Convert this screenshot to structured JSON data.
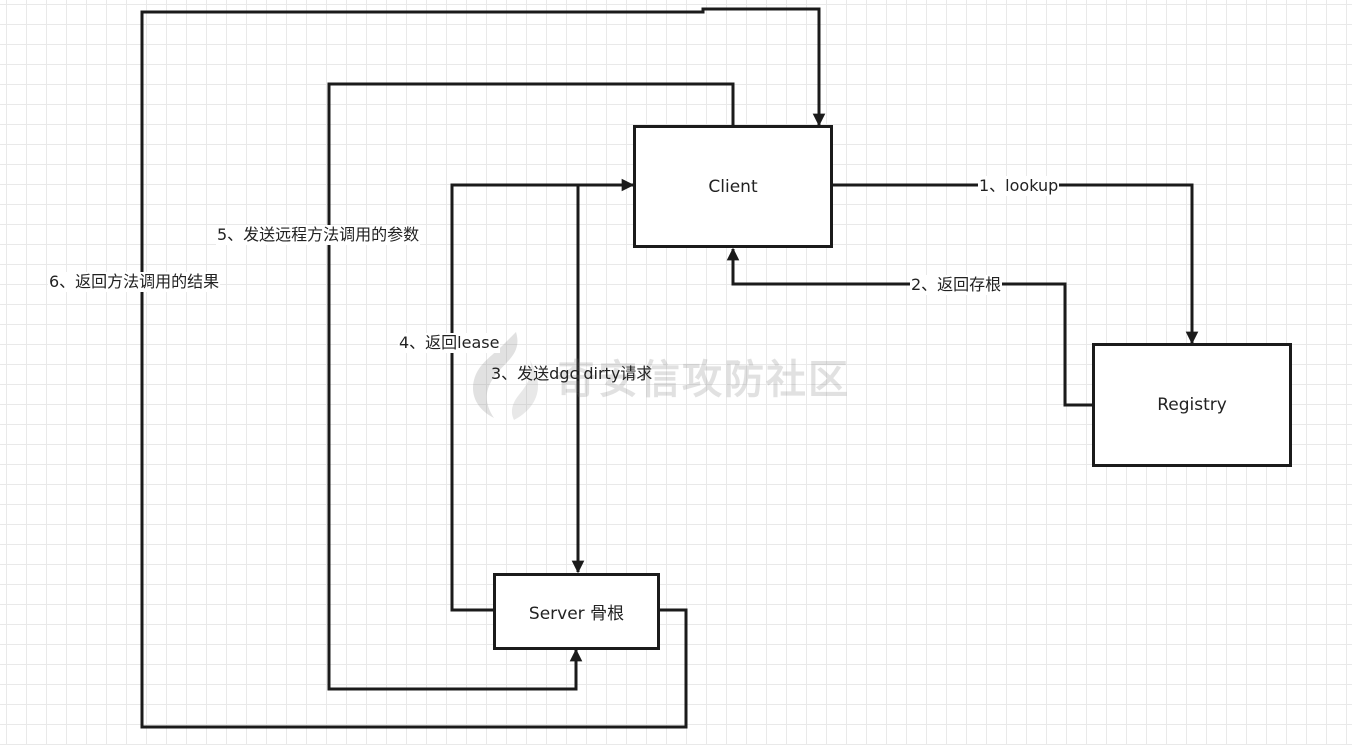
{
  "nodes": {
    "client": "Client",
    "registry": "Registry",
    "server": "Server 骨根"
  },
  "edges": {
    "e1": "1、lookup",
    "e2": "2、返回存根",
    "e3": "3、发送dgc dirty请求",
    "e4": "4、返回lease",
    "e5": "5、发送远程方法调用的参数",
    "e6": "6、返回方法调用的结果"
  },
  "watermark": {
    "text": "奇安信攻防社区",
    "icon": "flame-logo-icon"
  },
  "colors": {
    "line": "#1b1b1b",
    "grid": "#e9e9e9",
    "background": "#ffffff"
  }
}
